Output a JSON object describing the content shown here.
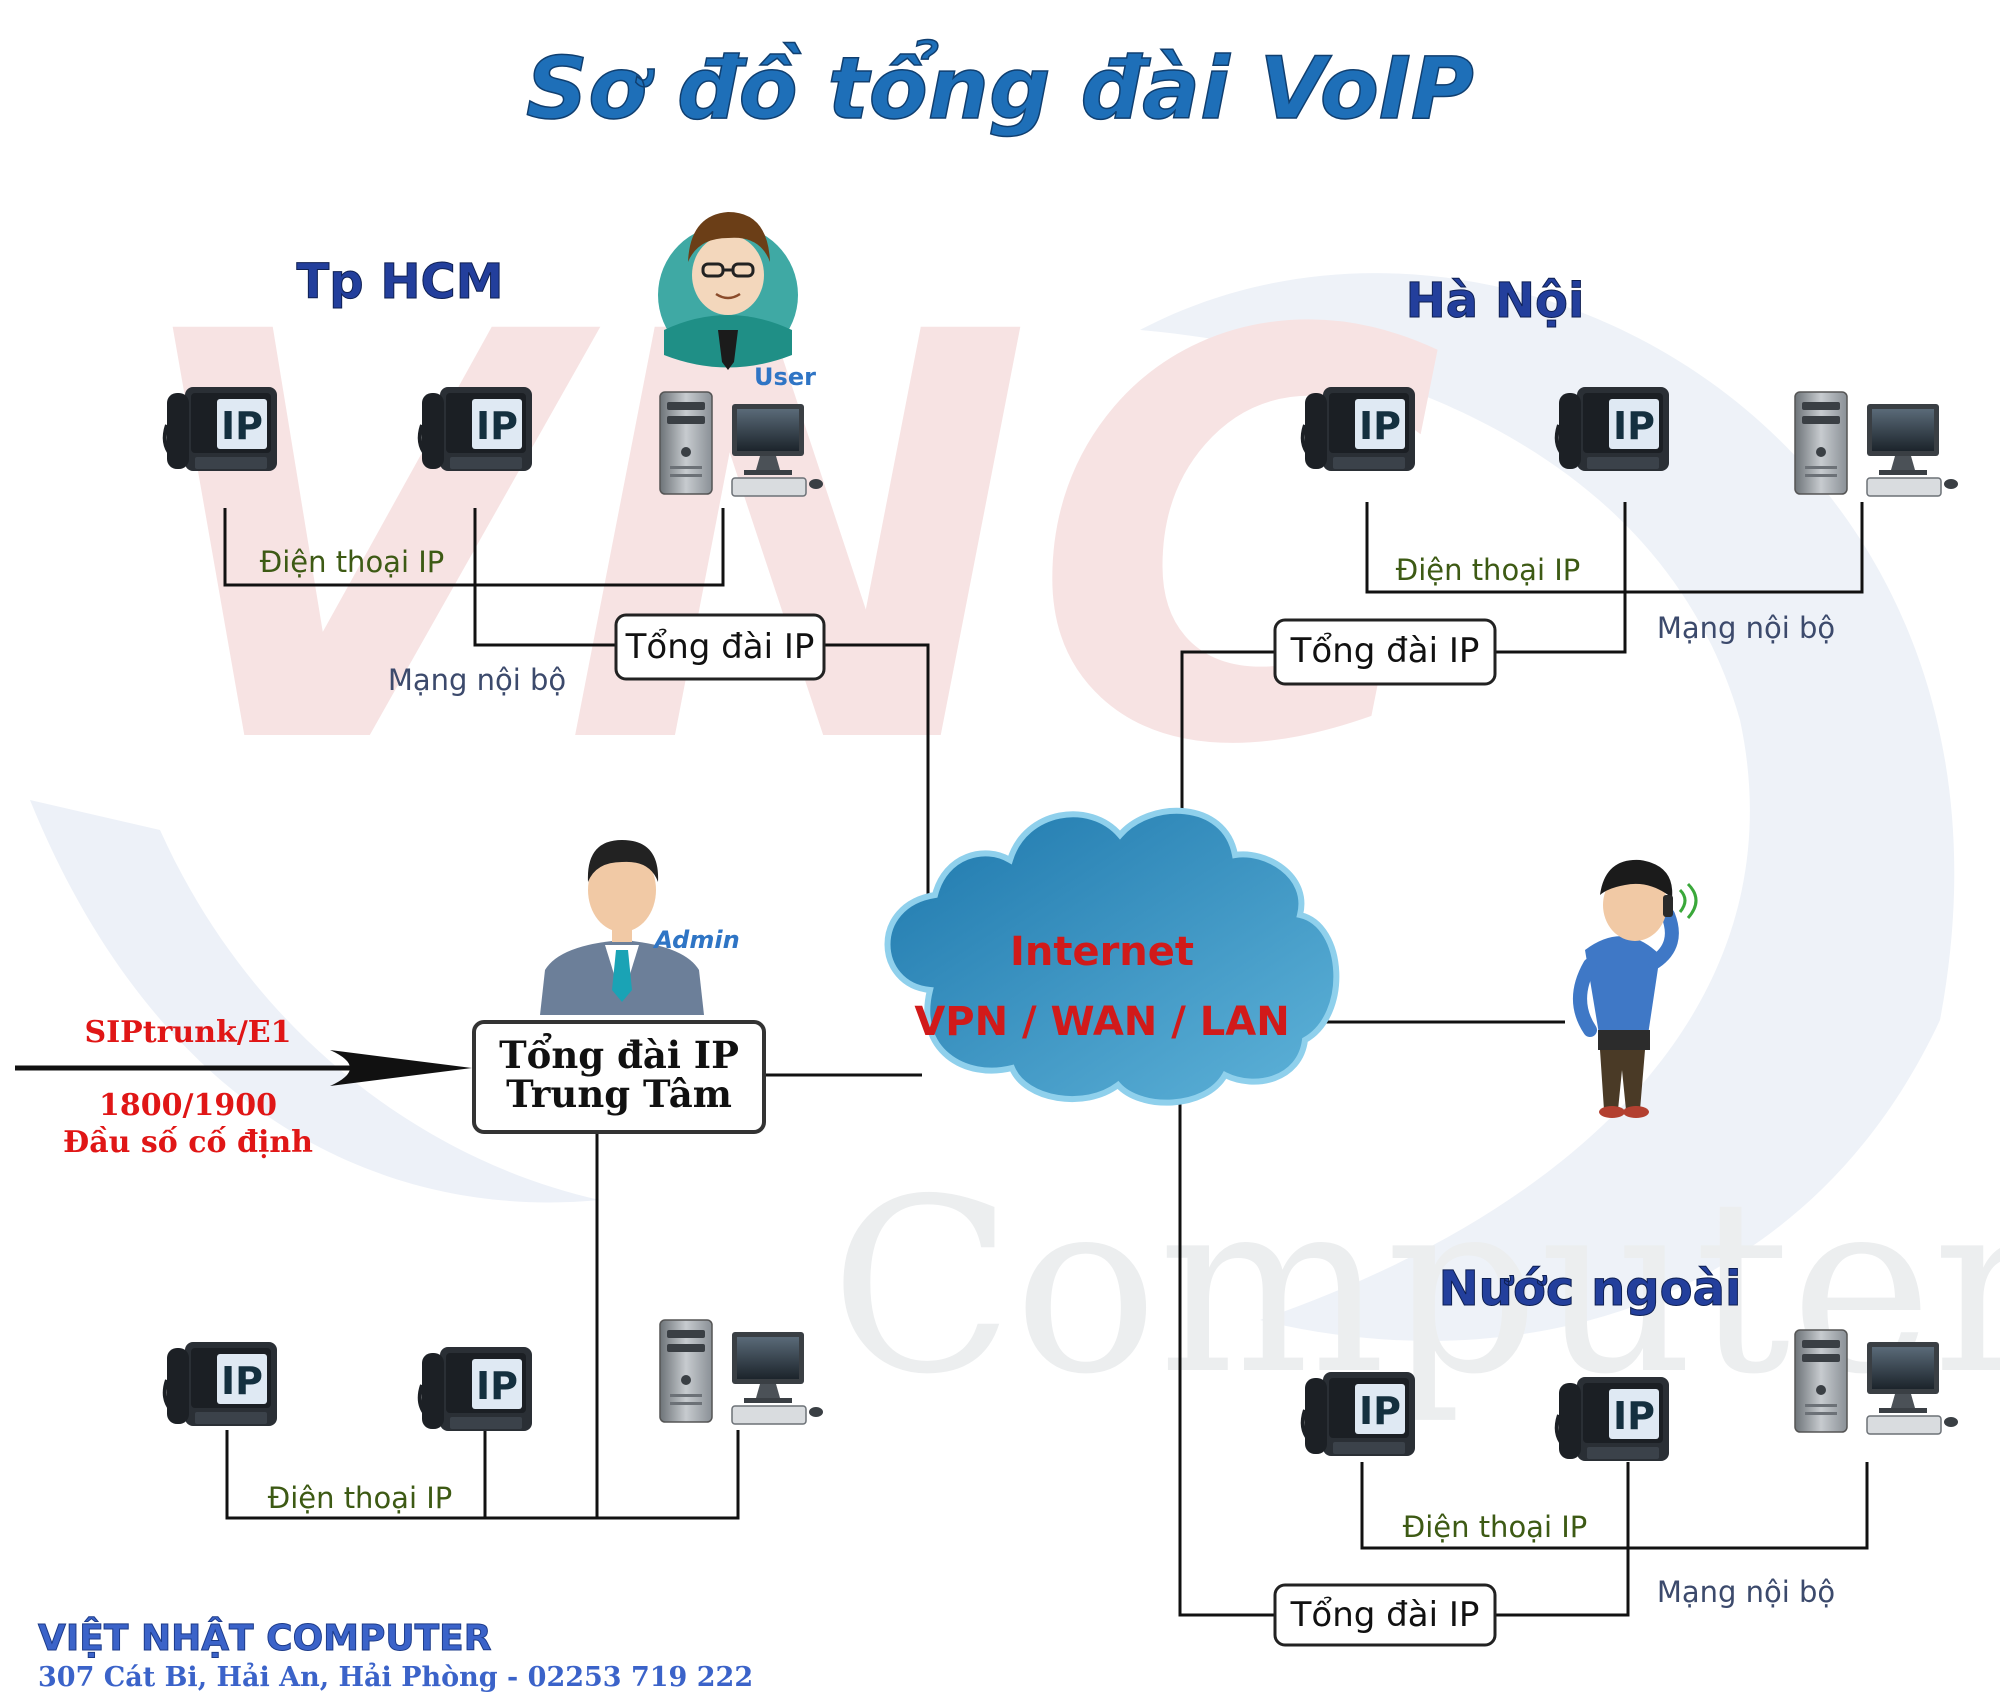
{
  "title": "Sơ đồ tổng đài VoIP",
  "watermark": {
    "logo_text": "VNC",
    "word": "Computer"
  },
  "regions": {
    "hcm": {
      "name": "Tp HCM",
      "phones_label": "Điện thoại IP",
      "lan_label": "Mạng nội bộ",
      "pbx_label": "Tổng đài IP",
      "user_label": "User"
    },
    "hanoi": {
      "name": "Hà Nội",
      "phones_label": "Điện thoại IP",
      "lan_label": "Mạng nội bộ",
      "pbx_label": "Tổng đài IP"
    },
    "overseas": {
      "name": "Nước ngoài",
      "phones_label": "Điện thoại IP",
      "lan_label": "Mạng nội bộ",
      "pbx_label": "Tổng đài IP"
    },
    "central": {
      "pbx_line1": "Tổng đài IP",
      "pbx_line2": "Trung Tâm",
      "phones_label": "Điện thoại IP",
      "admin_label": "Admin"
    }
  },
  "cloud": {
    "line1": "Internet",
    "line2": "VPN / WAN / LAN"
  },
  "trunk": {
    "label": "SIPtrunk/E1",
    "numbers": "1800/1900",
    "fixed": "Đầu số cố định"
  },
  "phone_badge": "IP",
  "footer": {
    "company": "VIỆT NHẬT COMPUTER",
    "address": "307 Cát Bi, Hải An, Hải Phòng - 02253 719 222"
  },
  "colors": {
    "title": "#1e6fb8",
    "region": "#233f9c",
    "trunk": "#e01616",
    "cloud_text": "#d11a1a",
    "footer": "#3b63c9",
    "phones_text": "#3d5a14",
    "lan_text": "#3c4a6c"
  }
}
